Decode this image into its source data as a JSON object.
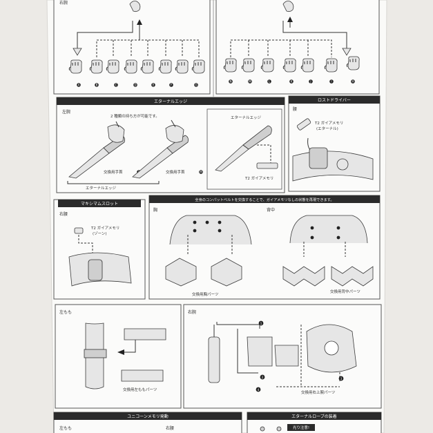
{
  "top_panel": {
    "left_arm_label": "右腕",
    "left_letters": [
      "A",
      "B",
      "C",
      "D",
      "E",
      "F",
      "G"
    ],
    "right_letters": [
      "N",
      "M",
      "L",
      "K",
      "J",
      "I",
      "H"
    ]
  },
  "eternal_edge": {
    "header": "エターナルエッジ",
    "arm_label": "左腕",
    "note": "2 種類の持ち方が可能です。",
    "hand_label_1": "交換用手首",
    "hand_badge_1": "L",
    "hand_label_2": "交換用手首",
    "hand_badge_2": "M",
    "weapon_label": "エターナルエッジ",
    "right_weapon_label": "エターナルエッジ",
    "memory_label": "T2 ガイアメモリ"
  },
  "lost_driver": {
    "header": "ロストドライバー",
    "part_label": "腰",
    "memory_label_1": "T2 ガイアメモリ",
    "memory_label_2": "(エターナル)"
  },
  "maximum_slot": {
    "header": "マキシマムスロット",
    "part_label": "右腰",
    "memory_label_1": "T2 ガイアメモリ",
    "memory_label_2": "(ゾーン)"
  },
  "compact_belt": {
    "header": "全身のコンパットベルトを交換することで、ガイアメモリなしの状態を再現できます。",
    "chest_label": "胸",
    "back_label": "背中",
    "chest_part": "交換用胸パーツ",
    "back_part": "交換用背中パーツ"
  },
  "thigh": {
    "part_label": "左もも",
    "part_name": "交換用左ももパーツ"
  },
  "right_arm": {
    "part_label": "右腕",
    "part_name": "交換用右上腕パーツ",
    "steps": [
      "1",
      "2",
      "3",
      "4"
    ]
  },
  "unicorn": {
    "header": "ユニコーンメモリ発動",
    "left_label": "左もも",
    "right_label": "右腰"
  },
  "eternal_robe": {
    "header": "エターナルローブの装着",
    "caution": "光り注意!"
  }
}
